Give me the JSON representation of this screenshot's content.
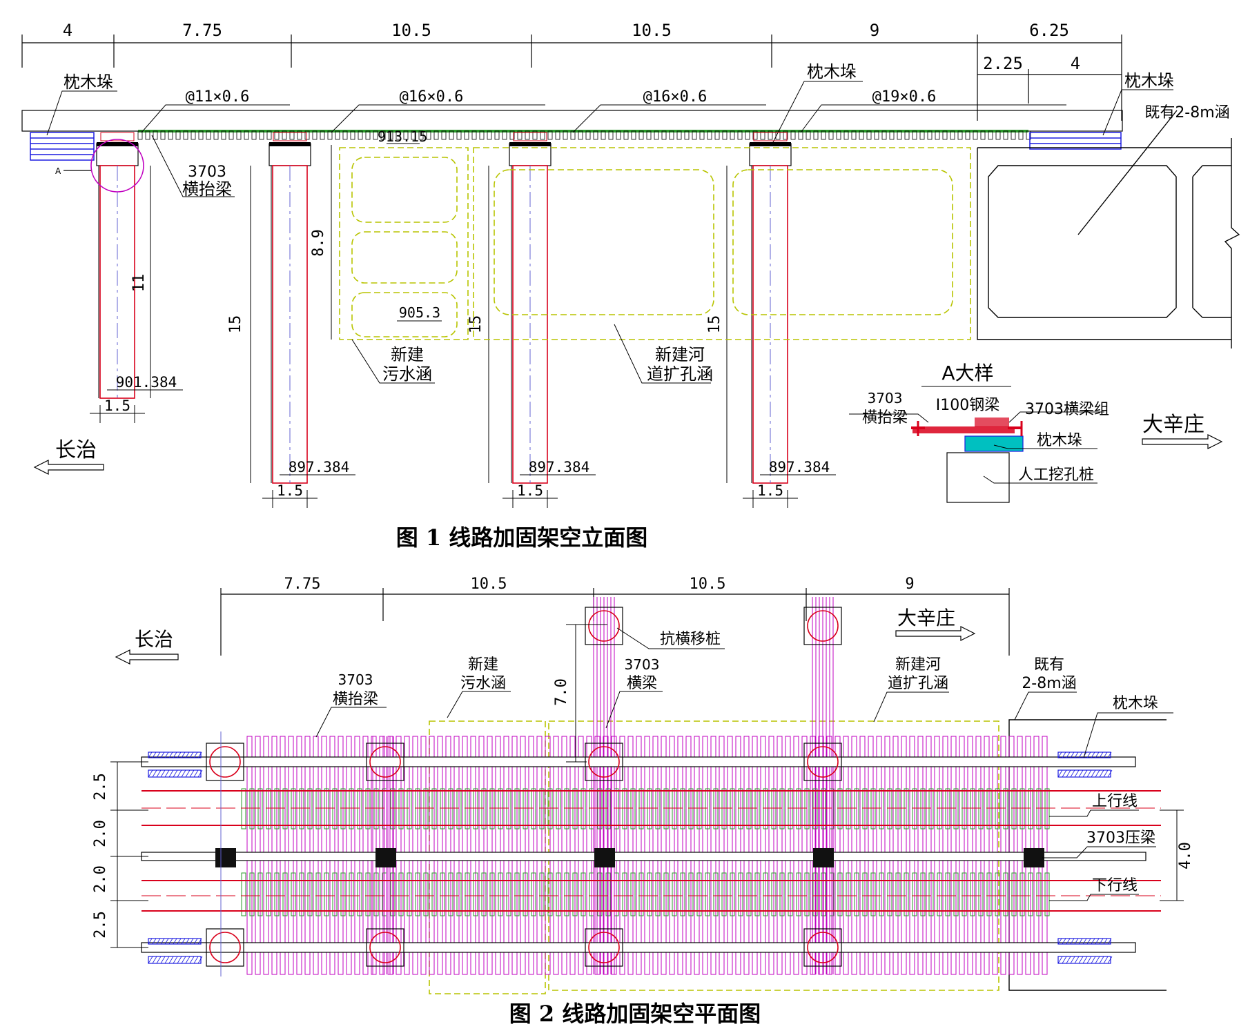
{
  "colors": {
    "pile_red": "#d9001b",
    "magenta": "#c000c0",
    "culvert_yellow": "#b8c400",
    "rail_green": "#2a9a2a",
    "timber_blue": "#1a1ae0"
  },
  "fig1": {
    "caption": "图 1  线路加固架空立面图",
    "dims_top": [
      "4",
      "7.75",
      "10.5",
      "10.5",
      "9",
      "6.25"
    ],
    "dims_sub": [
      "2.25",
      "4"
    ],
    "spacings": [
      "@11×0.6",
      "@16×0.6",
      "@16×0.6",
      "@19×0.6"
    ],
    "sleeper_stack_left": "枕木垛",
    "sleeper_stack_mid": "枕木垛",
    "sleeper_stack_right": "枕木垛",
    "existing_culvert": "既有2-8m涵",
    "beam_3703": "3703",
    "beam_label": "横抬梁",
    "marker_a": "A",
    "dim_11": "11",
    "dim_15_a": "15",
    "dim_15_b": "15",
    "dim_15_c": "15",
    "dim_89": "8.9",
    "elev_top": "913.15",
    "elev_culvert_bottom": "905.3",
    "elev_pile1": "901.384",
    "elev_pile2": "897.384",
    "elev_pile3": "897.384",
    "elev_pile4": "897.384",
    "pile_width_1": "1.5",
    "pile_width_2": "1.5",
    "pile_width_3": "1.5",
    "pile_width_4": "1.5",
    "new_sewer_1": "新建",
    "new_sewer_2": "污水涵",
    "new_river_1": "新建河",
    "new_river_2": "道扩孔涵",
    "to_changzhi": "长治",
    "to_daxinzhuang": "大辛庄",
    "detail_title": "A大样",
    "detail_beam_num": "3703",
    "detail_beam_label": "横抬梁",
    "detail_steel": "I100钢梁",
    "detail_group": "3703横梁组",
    "detail_stack": "枕木垛",
    "detail_pile": "人工挖孔桩"
  },
  "fig2": {
    "caption": "图 2  线路加固架空平面图",
    "dims_top": [
      "7.75",
      "10.5",
      "10.5",
      "9"
    ],
    "dims_left": [
      "2.5",
      "2.0",
      "2.0",
      "2.5"
    ],
    "dim_7": "7.0",
    "dim_4": "4.0",
    "to_changzhi": "长治",
    "to_daxinzhuang": "大辛庄",
    "anti_pile": "抗横移桩",
    "beam_num_a": "3703",
    "beam_label_a": "横抬梁",
    "beam_num_b": "3703",
    "beam_label_b": "横梁",
    "new_sewer_1": "新建",
    "new_sewer_2": "污水涵",
    "new_river_1": "新建河",
    "new_river_2": "道扩孔涵",
    "existing_1": "既有",
    "existing_2": "2-8m涵",
    "sleeper_stack": "枕木垛",
    "up_line": "上行线",
    "press_beam": "3703压梁",
    "down_line": "下行线"
  }
}
